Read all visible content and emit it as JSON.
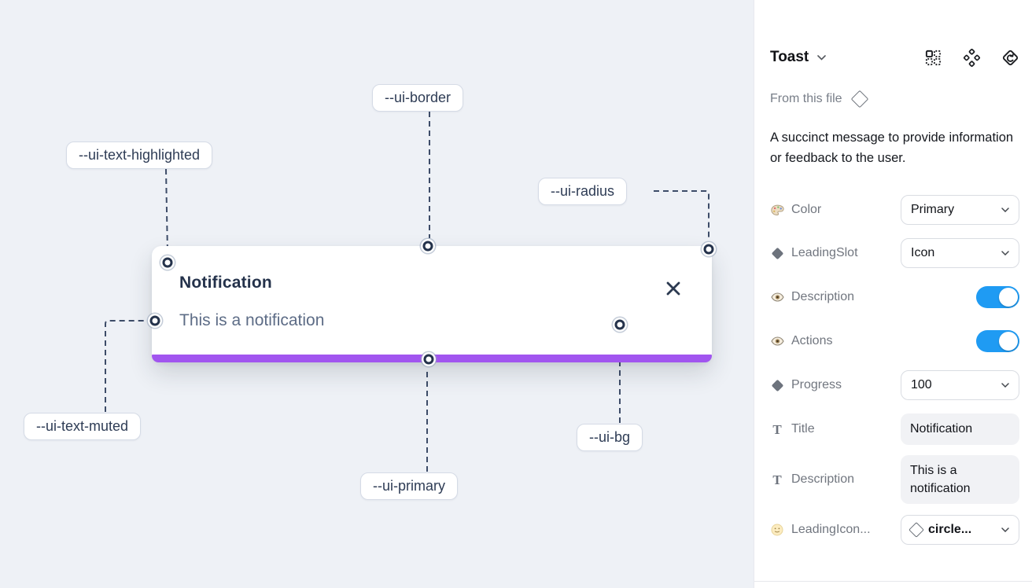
{
  "canvas": {
    "toast": {
      "title": "Notification",
      "description": "This is a notification",
      "progress_value": "100",
      "colors": {
        "progress_bar": "#a155ef",
        "title_text": "#24324b",
        "muted_text": "#5d6c86",
        "background": "#ffffff",
        "canvas_background": "#eef1f6"
      }
    },
    "labels": [
      {
        "id": "ui-border",
        "text": "--ui-border"
      },
      {
        "id": "ui-text-highlighted",
        "text": "--ui-text-highlighted"
      },
      {
        "id": "ui-radius",
        "text": "--ui-radius"
      },
      {
        "id": "ui-text-muted",
        "text": "--ui-text-muted"
      },
      {
        "id": "ui-primary",
        "text": "--ui-primary"
      },
      {
        "id": "ui-bg",
        "text": "--ui-bg"
      }
    ]
  },
  "panel": {
    "title": "Toast",
    "source": "From this file",
    "description": "A succinct message to provide information or feedback to the user.",
    "header_icons": [
      "instance-grid-icon",
      "component-icon",
      "swap-history-icon"
    ],
    "icons": {
      "text_type_glyph": "T"
    },
    "colors": {
      "toggle_on": "#1f9bf3",
      "label_gray": "#71767f"
    },
    "properties": [
      {
        "label": "Color",
        "icon": "palette-icon",
        "control": "select",
        "value": "Primary"
      },
      {
        "label": "LeadingSlot",
        "icon": "diamond-icon",
        "control": "select",
        "value": "Icon"
      },
      {
        "label": "Description",
        "icon": "eye-icon",
        "control": "toggle",
        "value": "on"
      },
      {
        "label": "Actions",
        "icon": "eye-icon",
        "control": "toggle",
        "value": "on"
      },
      {
        "label": "Progress",
        "icon": "diamond-icon",
        "control": "select",
        "value": "100"
      },
      {
        "label": "Title",
        "icon": "text-icon",
        "control": "text",
        "value": "Notification"
      },
      {
        "label": "Description",
        "icon": "text-icon",
        "control": "text",
        "value": "This is a notification"
      },
      {
        "label": "LeadingIcon...",
        "icon": "smiley-icon",
        "control": "icon-select",
        "value": "circle..."
      }
    ]
  }
}
